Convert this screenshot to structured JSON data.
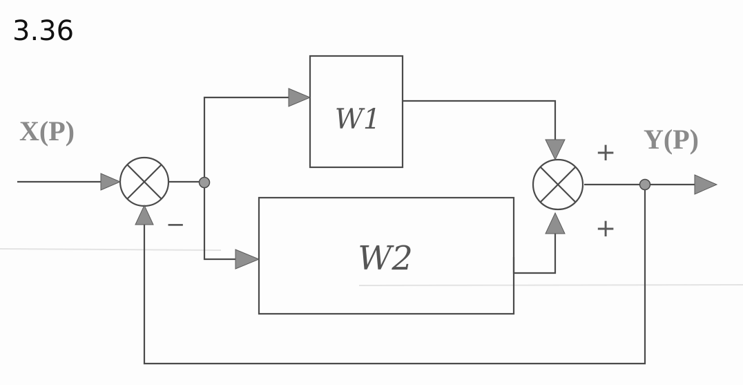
{
  "problem_number": "3.36",
  "signals": {
    "input": "X(P)",
    "output": "Y(P)"
  },
  "blocks": {
    "w1": "W1",
    "w2": "W2"
  },
  "summing_junctions": {
    "first_feedback_sign": "−",
    "second_top_sign": "+",
    "second_bottom_sign": "+"
  },
  "colors": {
    "line": "#4a4a4a",
    "label": "#8a8a8a",
    "arrow": "#8f8f8f"
  }
}
